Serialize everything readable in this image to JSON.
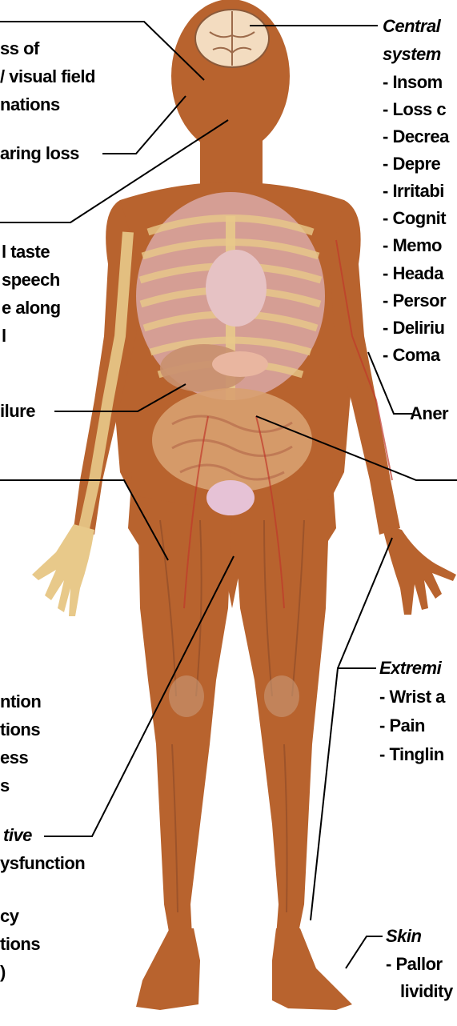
{
  "diagram": {
    "colors": {
      "skin": "#b8632e",
      "muscle": "#a05a35",
      "organs": "#d9a8a6",
      "bone": "#e8c98a",
      "lines": "#000000"
    },
    "labels": {
      "eyes_1": "ss of",
      "eyes_2": "/ visual field",
      "eyes_3": "nations",
      "ears": "aring loss",
      "mouth_1": "l taste",
      "mouth_2": "speech",
      "mouth_3": "e along",
      "mouth_4": "l",
      "heart": "ilure",
      "muscular_1": "ntion",
      "muscular_2": "tions",
      "muscular_3": "ess",
      "muscular_4": "s",
      "reproductive_head": "tive",
      "reproductive_1": "ysfunction",
      "reproductive_2": "cy",
      "reproductive_3": "tions",
      "reproductive_4": ")",
      "cns_head_1": "Central",
      "cns_head_2": "system",
      "cns_1": "- Insom",
      "cns_2": "- Loss c",
      "cns_3": "- Decrea",
      "cns_4": "- Depre",
      "cns_5": "- Irritabi",
      "cns_6": "- Cognit",
      "cns_7": "- Memo",
      "cns_8": "- Heada",
      "cns_9": "- Persor",
      "cns_10": "- Deliriu",
      "cns_11": "- Coma",
      "blood": "Aner",
      "extremities_head": "Extremi",
      "extremities_1": "- Wrist a",
      "extremities_2": "- Pain",
      "extremities_3": "- Tinglin",
      "skin_head": "Skin",
      "skin_1": "- Pallor",
      "skin_2": "lividity"
    }
  }
}
